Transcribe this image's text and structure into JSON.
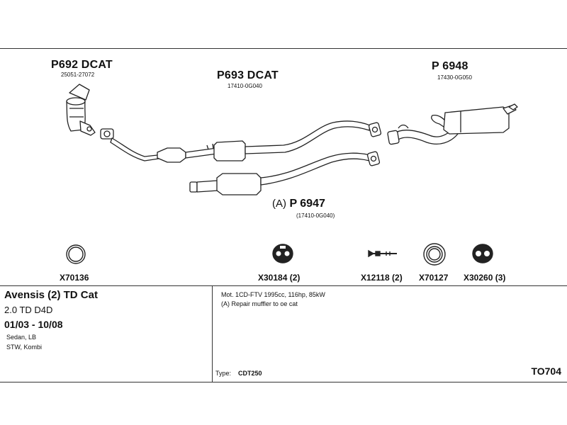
{
  "parts": {
    "front_cat": {
      "code": "P692 DCAT",
      "number": "25051-27072"
    },
    "middle_cat": {
      "code": "P693 DCAT",
      "number": "17410-0G040"
    },
    "rear_muffler": {
      "code": "P 6948",
      "number": "17430-0G050"
    },
    "repair_muffler": {
      "prefix": "(A)",
      "code": "P 6947",
      "number": "(17410-0G040)"
    }
  },
  "accessories": [
    {
      "code": "X70136"
    },
    {
      "code": "X30184 (2)"
    },
    {
      "code": "X12118 (2)"
    },
    {
      "code": "X70127"
    },
    {
      "code": "X30260 (3)"
    }
  ],
  "vehicle": {
    "model": "Avensis (2) TD Cat",
    "engine": "2.0 TD D4D",
    "years": "01/03 - 10/08",
    "body_1": "Sedan, LB",
    "body_2": "STW, Kombi"
  },
  "notes": {
    "motor": "Mot. 1CD-FTV 1995cc, 116hp, 85kW",
    "repair": "(A) Repair muffler to oe cat",
    "type_label": "Type:",
    "type_value": "CDT250",
    "catalog_code": "TO704"
  }
}
